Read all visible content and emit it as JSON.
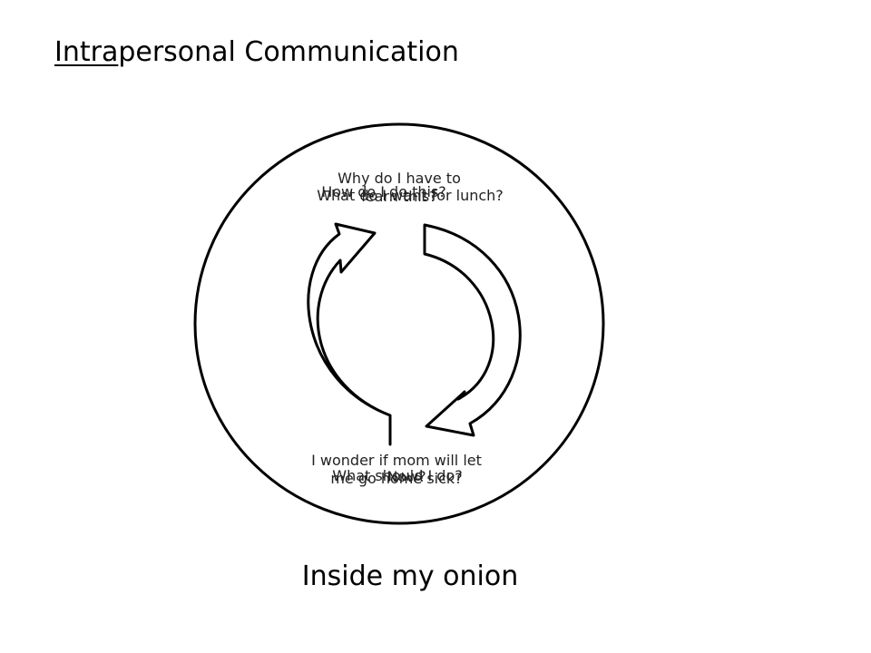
{
  "title": {
    "underlined_part": "Intra",
    "rest": "personal Communication"
  },
  "questions": {
    "top_1": "Why do I have to learn this?",
    "top_2": "How do I do this?",
    "top_3": "What do I want for lunch?",
    "bottom_1": "I wonder if mom will let me go home sick?",
    "bottom_2": "What should I do?",
    "bottom_3": "Now?"
  },
  "caption": "Inside my onion"
}
